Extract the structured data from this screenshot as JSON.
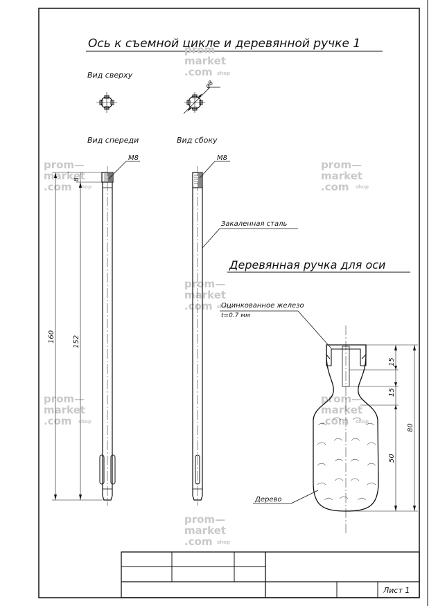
{
  "title": "Ось к съемной цикле и деревянной ручке 1",
  "views": {
    "top": "Вид сверху",
    "front": "Вид спереди",
    "side": "Вид сбоку"
  },
  "dims": {
    "diameter": "ø8",
    "thread": "M8",
    "thread_len": "8",
    "total_len": "160",
    "shaft_len": "152",
    "h1": "15",
    "h2": "15",
    "h_total": "80",
    "h_grip": "50"
  },
  "notes": {
    "steel": "Закаленная сталь",
    "ferrule_line1": "Оцинкованное железо",
    "ferrule_line2": "t=0.7 мм",
    "wood": "Дерево"
  },
  "handle_title": "Деревянная ручка для оси",
  "sheet": "Лист 1",
  "watermark": {
    "line1": "prom—",
    "line2": "market",
    "line3": ".com",
    "suffix": "shop"
  }
}
